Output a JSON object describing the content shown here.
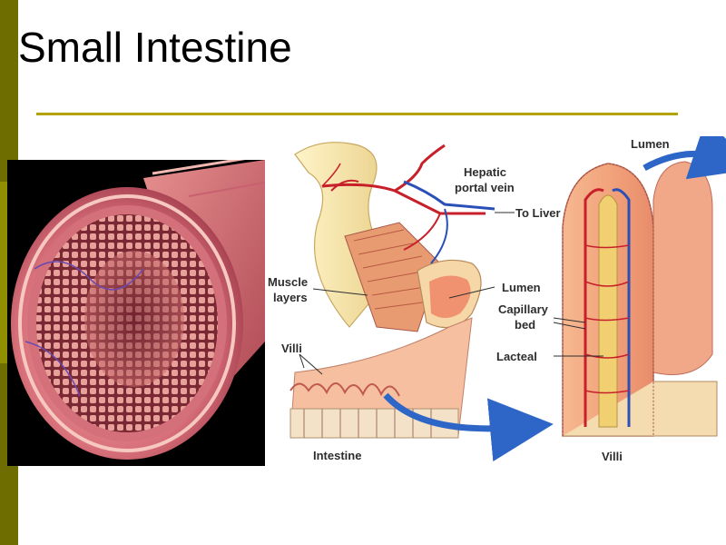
{
  "slide": {
    "title": "Small Intestine"
  },
  "labels": {
    "lumen_top": "Lumen",
    "hepatic_portal_vein_line1": "Hepatic",
    "hepatic_portal_vein_line2": "portal vein",
    "to_liver": "To Liver",
    "muscle_layers_line1": "Muscle",
    "muscle_layers_line2": "layers",
    "lumen_mid": "Lumen",
    "capillary_bed_line1": "Capillary",
    "capillary_bed_line2": "bed",
    "villi_left": "Villi",
    "lacteal": "Lacteal",
    "intestine": "Intestine",
    "villi_bottom": "Villi"
  },
  "colors": {
    "sidebar": "#6e6e00",
    "sidebar_band": "#8f8f00",
    "rule": "#b3a200",
    "arrow": "#2e66c8",
    "vein": "#2b4fb8",
    "artery": "#c8202a",
    "tissue": "#f0b08a",
    "tube_outer": "#f0e0a0"
  }
}
